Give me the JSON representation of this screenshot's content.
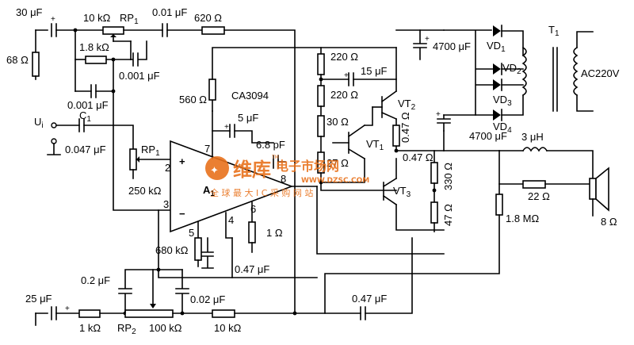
{
  "labels": {
    "c_30u": "30 μF",
    "r_68": "68 Ω",
    "r_10k": "10 kΩ",
    "rp1_top": "RP",
    "rp1_top_sub": "1",
    "c_001": "0.01 μF",
    "r_620": "620 Ω",
    "r_1k8": "1.8 kΩ",
    "c_0001a": "0.001 μF",
    "c_0001b": "0.001 μF",
    "input": "U",
    "input_sub": "i",
    "c1": "C",
    "c1_sub": "1",
    "c1_val": "0.047 μF",
    "rp1_left": "RP",
    "rp1_left_sub": "1",
    "r_250k": "250 kΩ",
    "r_560": "560 Ω",
    "ic": "CA3094",
    "c_5u": "5 μF",
    "c_6p8": "6.8 pF",
    "amp": "A",
    "amp_sub": "1",
    "pin7": "7",
    "pin2": "2",
    "pin3": "3",
    "pin8": "8",
    "pin6": "6",
    "pin4": "4",
    "pin5": "5",
    "plus": "+",
    "minus": "−",
    "r_680k": "680 kΩ",
    "r_1": "1 Ω",
    "c_047u": "0.47 μF",
    "r_220a": "220 Ω",
    "c_15u": "15 μF",
    "r_220b": "220 Ω",
    "vt2": "VT",
    "vt2_sub": "2",
    "r_30": "30 Ω",
    "r_047a": "0.47 Ω",
    "vt1": "VT",
    "vt1_sub": "1",
    "r_27": "27 Ω",
    "r_047b": "0.47 Ω",
    "vt3": "VT",
    "vt3_sub": "3",
    "r_330": "330 Ω",
    "r_47": "47 Ω",
    "c_4700a": "4700 μF",
    "c_4700b": "4700 μF",
    "vd1": "VD",
    "vd1_sub": "1",
    "vd2": "VD",
    "vd2_sub": "2",
    "vd3": "VD",
    "vd3_sub": "3",
    "vd4": "VD",
    "vd4_sub": "4",
    "t1": "T",
    "t1_sub": "1",
    "ac": "AC220V",
    "l_3u": "3 μH",
    "r_22": "22 Ω",
    "r_1m8": "1.8 MΩ",
    "spk": "8 Ω",
    "c_25u": "25 μF",
    "r_1k": "1 kΩ",
    "c_0p2": "0.2 μF",
    "c_0p02": "0.02 μF",
    "rp2": "RP",
    "rp2_sub": "2",
    "r_100k": "100 kΩ",
    "r_10kb": "10 kΩ",
    "c_047u_b": "0.47 μF"
  },
  "watermark": {
    "brand": "维库",
    "brand2": "电子市场网",
    "tm": "TM",
    "url": "WWW.DZSC.COM",
    "slogan": "全 球 最 大 I C 采 购 网 站"
  }
}
